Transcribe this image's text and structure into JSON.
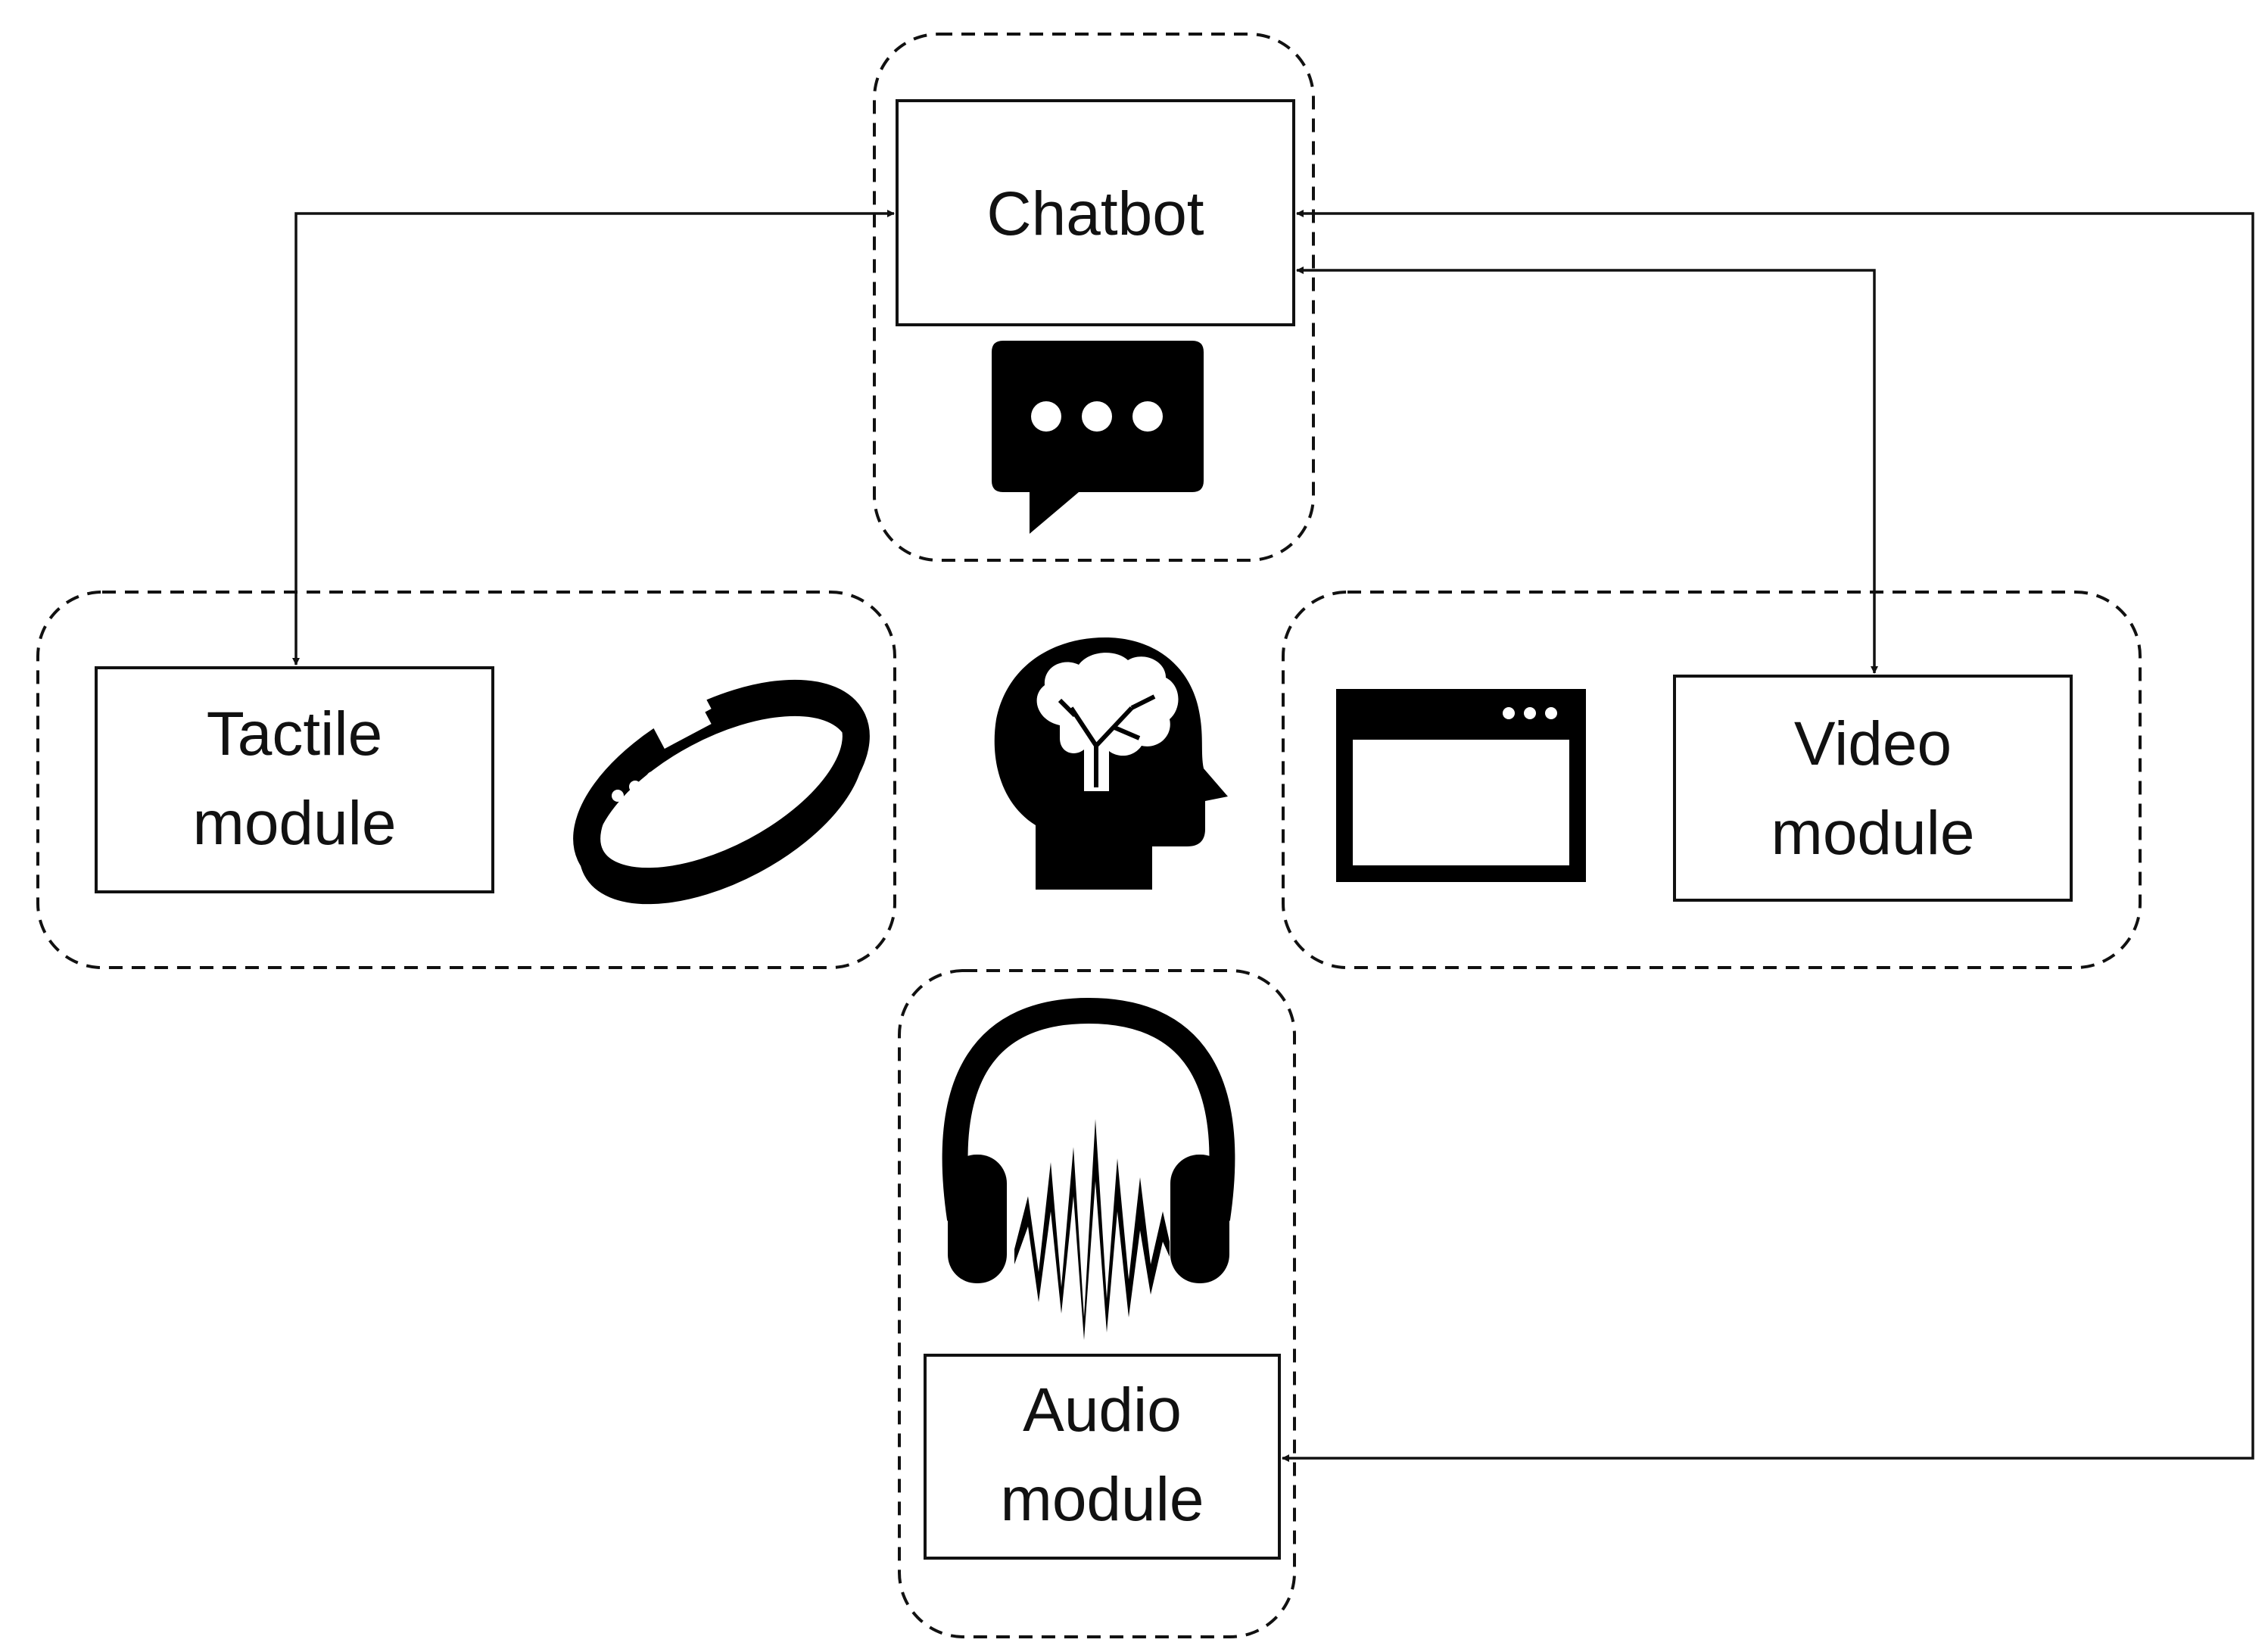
{
  "modules": {
    "chatbot": {
      "label": "Chatbot"
    },
    "tactile": {
      "line1": "Tactile",
      "line2": "module"
    },
    "video": {
      "line1": "Video",
      "line2": "module"
    },
    "audio": {
      "line1": "Audio",
      "line2": "module"
    }
  },
  "icons": {
    "chatbot": "chat-bubble-icon",
    "tactile": "wristband-icon",
    "center": "brain-head-icon",
    "video": "browser-window-icon",
    "audio": "headphones-waveform-icon"
  },
  "connections": [
    {
      "from": "chatbot",
      "to": "tactile",
      "direction": "bidirectional"
    },
    {
      "from": "chatbot",
      "to": "video",
      "direction": "bidirectional"
    },
    {
      "from": "chatbot",
      "to": "audio",
      "direction": "bidirectional"
    }
  ],
  "colors": {
    "stroke": "#111111",
    "fill": "#000000",
    "background": "#ffffff"
  }
}
